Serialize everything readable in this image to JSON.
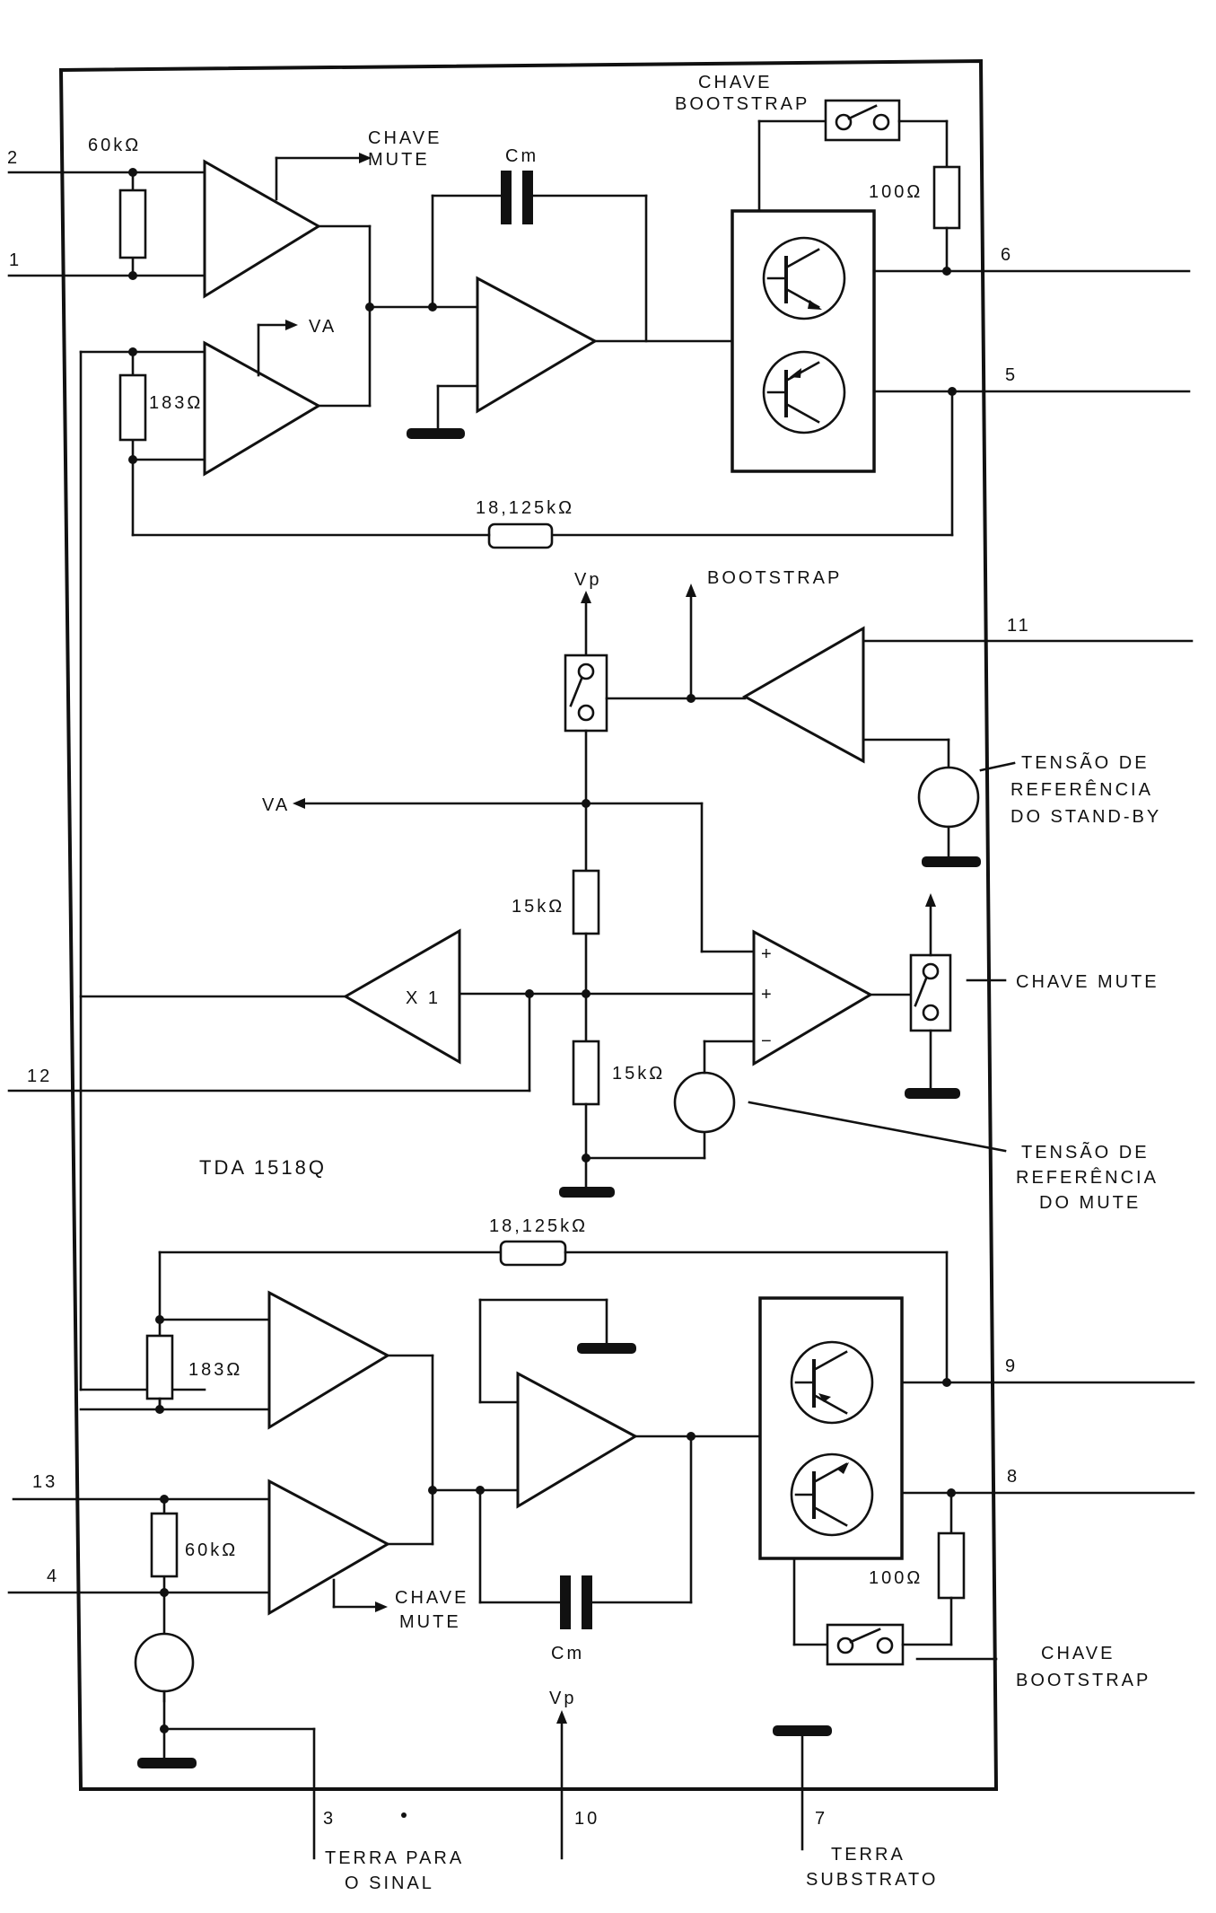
{
  "chip_name": "TDA 1518Q",
  "pins": {
    "p1": "1",
    "p2": "2",
    "p3": "3",
    "p4": "4",
    "p5": "5",
    "p6": "6",
    "p7": "7",
    "p8": "8",
    "p9": "9",
    "p10": "10",
    "p11": "11",
    "p12": "12",
    "p13": "13"
  },
  "components": {
    "r60k_top": "60kΩ",
    "r60k_bottom": "60kΩ",
    "r183_top": "183Ω",
    "r183_bottom": "183Ω",
    "r18k_top": "18,125kΩ",
    "r18k_bottom": "18,125kΩ",
    "r100_top": "100Ω",
    "r100_bottom": "100Ω",
    "r15k_top": "15kΩ",
    "r15k_bottom": "15kΩ",
    "cm_top": "Cm",
    "cm_bottom": "Cm",
    "buffer_x1": "X 1",
    "plus1": "+",
    "plus2": "+",
    "minus": "−"
  },
  "labels": {
    "chave_mute_top_1": "CHAVE",
    "chave_mute_top_2": "MUTE",
    "chave_bootstrap_top_1": "CHAVE",
    "chave_bootstrap_top_2": "BOOTSTRAP",
    "va_top": "VA",
    "vp_mid": "Vp",
    "bootstrap_mid": "BOOTSTRAP",
    "va_mid": "VA",
    "tensao_standby_1": "TENSÃO DE",
    "tensao_standby_2": "REFERÊNCIA",
    "tensao_standby_3": "DO STAND-BY",
    "chave_mute_mid": "CHAVE MUTE",
    "tensao_mute_1": "TENSÃO DE",
    "tensao_mute_2": "REFERÊNCIA",
    "tensao_mute_3": "DO   MUTE",
    "chave_mute_bottom_1": "CHAVE",
    "chave_mute_bottom_2": "MUTE",
    "chave_bootstrap_bottom_1": "CHAVE",
    "chave_bootstrap_bottom_2": "BOOTSTRAP",
    "vp_bottom": "Vp",
    "terra_sinal_1": "TERRA PARA",
    "terra_sinal_2": "O SINAL",
    "terra_substrato_1": "TERRA",
    "terra_substrato_2": "SUBSTRATO"
  }
}
